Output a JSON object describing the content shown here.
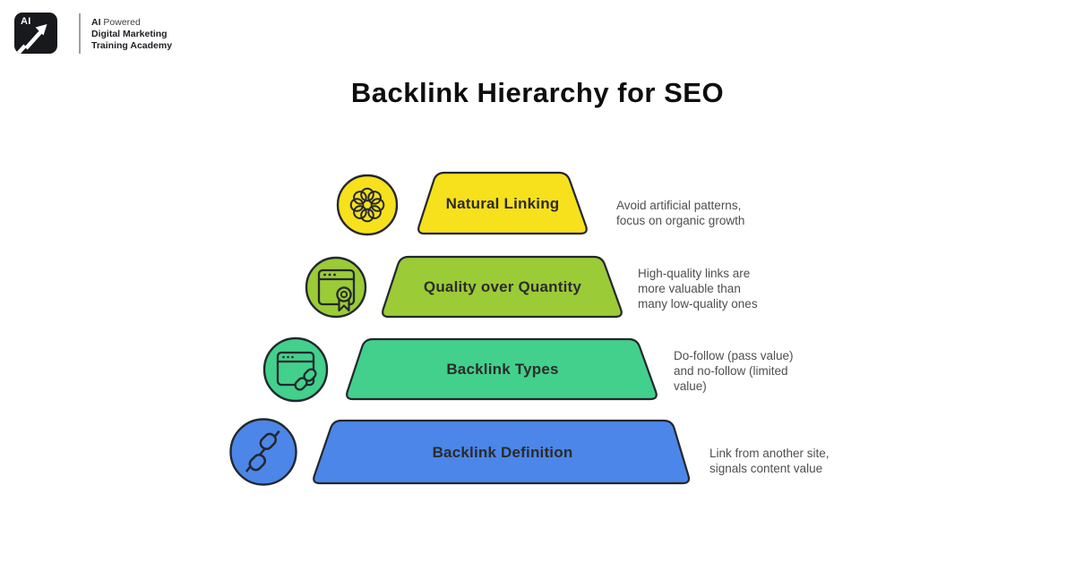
{
  "logo": {
    "badge_text": "AI",
    "line1_bold": "AI",
    "line1_regular": "Powered",
    "line2": "Digital Marketing",
    "line3": "Training Academy"
  },
  "title": "Backlink Hierarchy for SEO",
  "colors": {
    "outline": "#23272e",
    "level1_fill": "#f6e11c",
    "level2_fill": "#9bcb37",
    "level3_fill": "#42d08c",
    "level4_fill": "#4c86e8"
  },
  "levels": [
    {
      "label": "Natural Linking",
      "fill": "#f6e11c",
      "icon": "rosette-rings-icon",
      "desc": [
        "Avoid artificial patterns,",
        "focus on organic growth"
      ]
    },
    {
      "label": "Quality over Quantity",
      "fill": "#9bcb37",
      "icon": "browser-award-icon",
      "desc": [
        "High-quality links are",
        "more valuable than",
        "many low-quality ones"
      ]
    },
    {
      "label": "Backlink Types",
      "fill": "#42d08c",
      "icon": "browser-link-icon",
      "desc": [
        "Do-follow (pass value)",
        "and no-follow (limited",
        "value)"
      ]
    },
    {
      "label": "Backlink Definition",
      "fill": "#4c86e8",
      "icon": "chain-links-icon",
      "desc": [
        "Link from another site,",
        "signals content value"
      ]
    }
  ]
}
